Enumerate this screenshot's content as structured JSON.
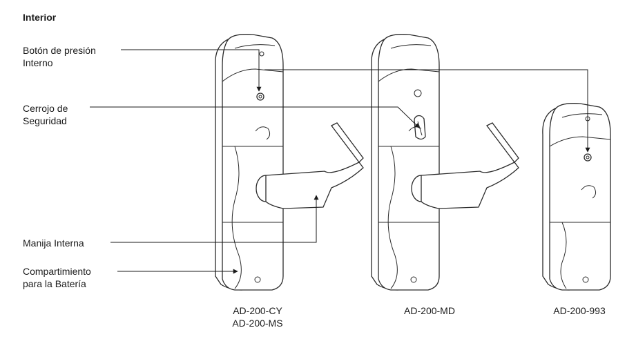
{
  "diagram": {
    "title": "Interior",
    "callouts": [
      {
        "line1": "Botón de presión",
        "line2": "Interno"
      },
      {
        "line1": "Cerrojo de",
        "line2": "Seguridad"
      },
      {
        "line1": "Manija Interna",
        "line2": ""
      },
      {
        "line1": "Compartimiento",
        "line2": "para la Batería"
      }
    ],
    "models": [
      {
        "line1": "AD-200-CY",
        "line2": "AD-200-MS"
      },
      {
        "line1": "AD-200-MD",
        "line2": ""
      },
      {
        "line1": "AD-200-993",
        "line2": ""
      }
    ],
    "icons": [
      "push-button-icon",
      "deadbolt-thumbturn-icon",
      "lever-handle-icon",
      "battery-cover-icon"
    ]
  }
}
